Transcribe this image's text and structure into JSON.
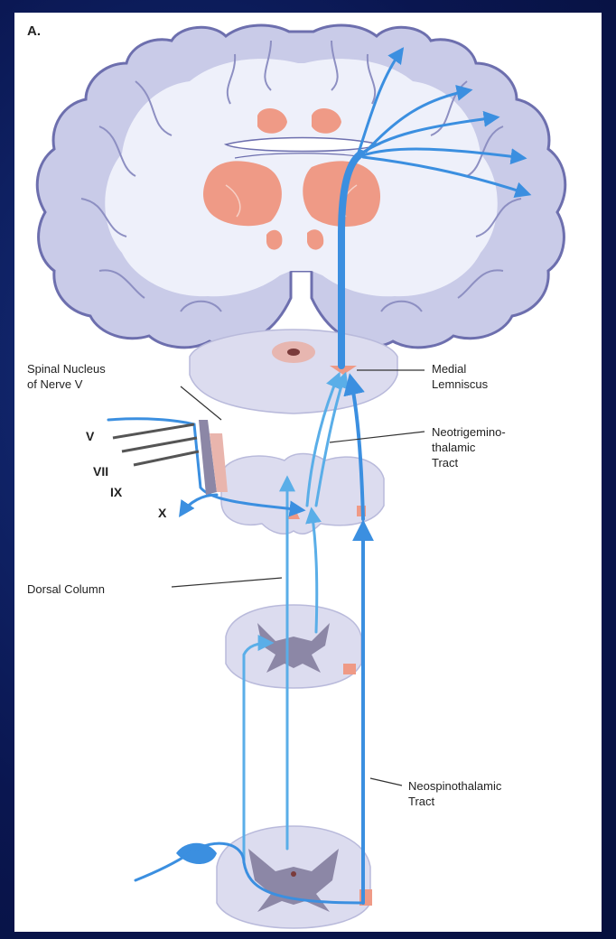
{
  "figure": {
    "panel_letter": "A.",
    "labels": {
      "spinal_nucleus_line1": "Spinal Nucleus",
      "spinal_nucleus_line2": "of Nerve V",
      "medial_lemniscus_line1": "Medial",
      "medial_lemniscus_line2": "Lemniscus",
      "neotrigemino_line1": "Neotrigemino-",
      "neotrigemino_line2": "thalamic",
      "neotrigemino_line3": "Tract",
      "dorsal_column": "Dorsal Column",
      "neospino_line1": "Neospinothalamic",
      "neospino_line2": "Tract"
    },
    "cranial_nerves": {
      "v": "V",
      "vii": "VII",
      "ix": "IX",
      "x": "X"
    },
    "colors": {
      "background": "#0b1a5c",
      "panel": "#ffffff",
      "brain_tissue": "#c9cbe8",
      "brain_outline": "#6d6fae",
      "nuclei": "#ef9a86",
      "tract_blue": "#3b8fe0",
      "tract_light": "#7cc4f2",
      "section_fill": "#e4e5f2",
      "gray_matter": "#8c87a6",
      "text": "#222222"
    }
  }
}
